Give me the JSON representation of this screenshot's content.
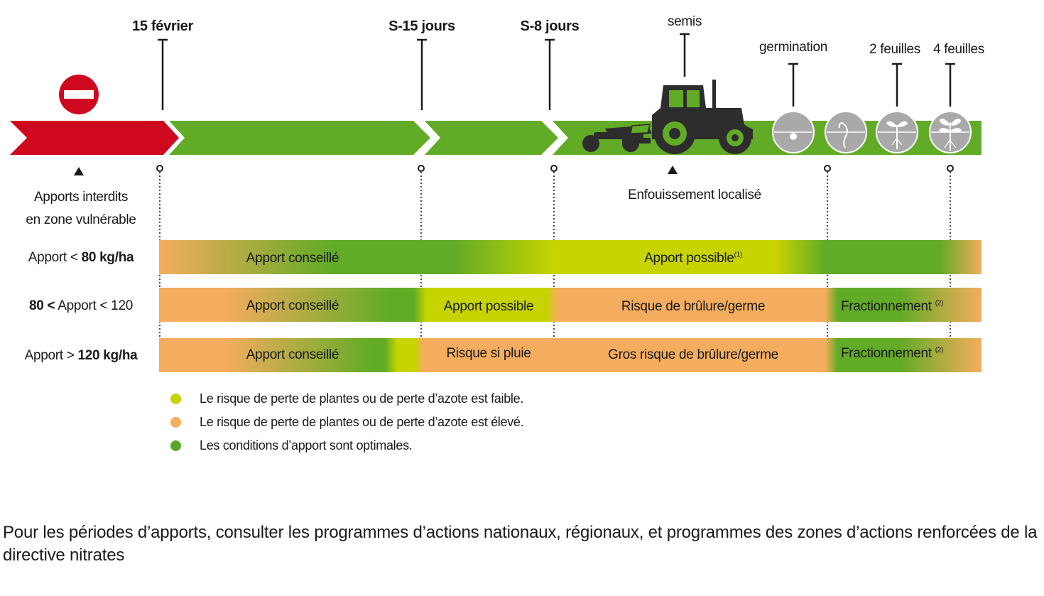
{
  "milestones": {
    "fevrier": "15 février",
    "s15": "S-15 jours",
    "s8": "S-8 jours",
    "semis": "semis",
    "germination": "germination",
    "deux_feuilles": "2 feuilles",
    "quatre_feuilles": "4 feuilles"
  },
  "prohibited": {
    "line1": "Apports interdits",
    "line2": "en zone vulnérable"
  },
  "enfouissement": "Enfouissement localisé",
  "rows": [
    {
      "label_pre": "Apport < ",
      "label_bold": "80 kg/ha",
      "label_post": "",
      "cells": [
        {
          "text": "Apport conseillé",
          "sup": ""
        },
        {
          "text": "Apport possible",
          "sup": "(1)"
        }
      ]
    },
    {
      "label_pre": "",
      "label_bold": "80 <",
      "label_post": " Apport < 120",
      "cells": [
        {
          "text": "Apport conseillé",
          "sup": ""
        },
        {
          "text": "Apport possible",
          "sup": ""
        },
        {
          "text": "Risque de brûlure/germe",
          "sup": ""
        },
        {
          "text": "Fractionnement ",
          "sup": "(2)"
        }
      ]
    },
    {
      "label_pre": "Apport > ",
      "label_bold": "120 kg/ha",
      "label_post": "",
      "cells": [
        {
          "text": "Apport conseillé",
          "sup": ""
        },
        {
          "text": "Risque si pluie",
          "sup": ""
        },
        {
          "text": "Gros risque de brûlure/germe",
          "sup": ""
        },
        {
          "text": "Fractionnement ",
          "sup": "(2)"
        }
      ]
    }
  ],
  "legend": [
    {
      "text": "Le risque de perte de plantes ou de perte d’azote est faible.",
      "color": "#c8d400"
    },
    {
      "text": "Le risque de perte de plantes ou de perte d’azote est élevé.",
      "color": "#f4ad5e"
    },
    {
      "text": "Les conditions d’apport sont optimales.",
      "color": "#5aa62b"
    }
  ],
  "colors": {
    "red": "#d0081f",
    "green": "#62ab26",
    "lime": "#c8d400",
    "orange": "#f4ad5e",
    "tractor": "#2d2d2d",
    "stage_circle": "#a9a9a9"
  },
  "icons": [
    "no-entry-icon",
    "tractor-icon",
    "seed-drill-icon",
    "seed-icon",
    "sprout-icon",
    "two-leaves-icon",
    "four-leaves-icon"
  ],
  "note": "Pour les périodes d’apports, consulter les programmes d’actions nationaux, régionaux, et programmes des zones d’actions renforcées de la directive nitrates"
}
